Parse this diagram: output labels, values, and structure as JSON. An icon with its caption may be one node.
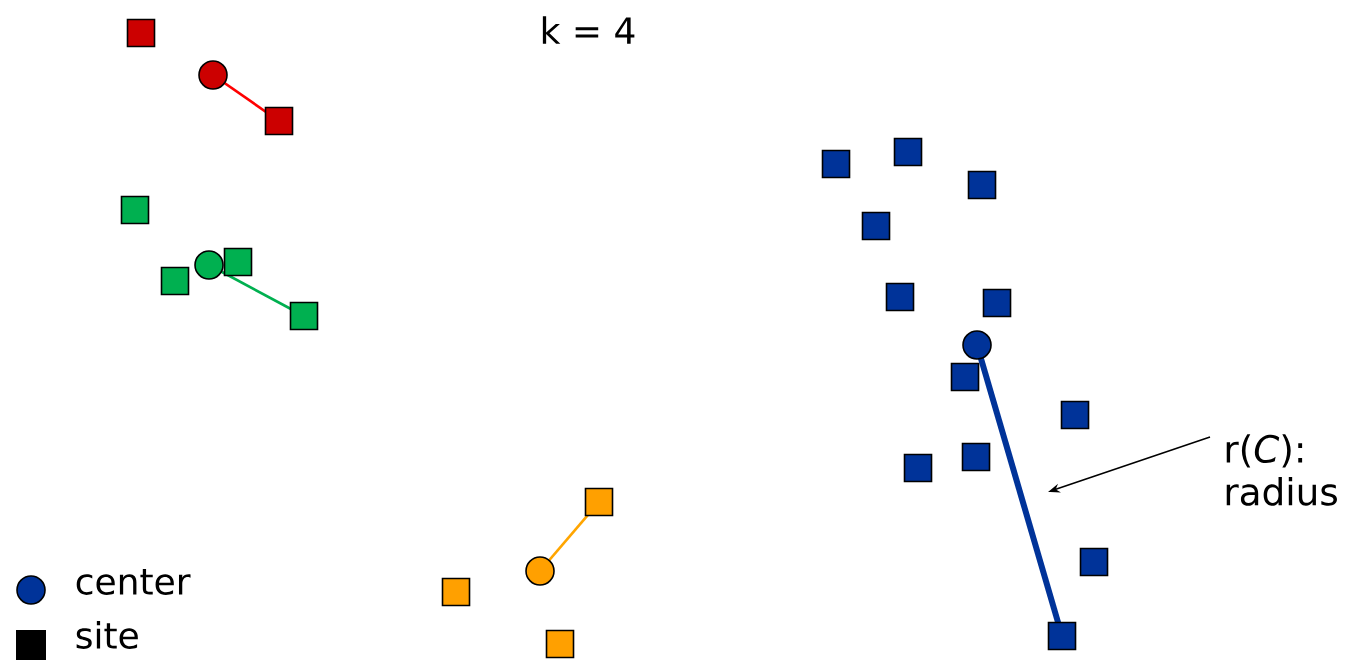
{
  "diagram": {
    "nodes": [
      {
        "text": [],
        "shape": "box"
      },
      {
        "text": [],
        "shape": "circle"
      },
      {
        "text": [],
        "shape": "box"
      },
      {
        "text": [],
        "shape": "box"
      },
      {
        "text": [],
        "shape": "box"
      },
      {
        "text": [],
        "shape": "circle"
      },
      {
        "text": [],
        "shape": "box"
      },
      {
        "text": [],
        "shape": "box"
      },
      {
        "text": [],
        "shape": "box"
      },
      {
        "text": [],
        "shape": "box"
      },
      {
        "text": [],
        "shape": "circle"
      },
      {
        "text": [],
        "shape": "box"
      },
      {
        "text": [],
        "shape": "box"
      },
      {
        "text": [],
        "shape": "box"
      },
      {
        "text": [],
        "shape": "box"
      },
      {
        "text": [],
        "shape": "box"
      },
      {
        "text": [],
        "shape": "box"
      },
      {
        "text": [],
        "shape": "box"
      },
      {
        "text": [],
        "shape": "circle"
      },
      {
        "text": [],
        "shape": "box"
      },
      {
        "text": [],
        "shape": "box"
      },
      {
        "text": [],
        "shape": "box"
      },
      {
        "text": [],
        "shape": "box"
      },
      {
        "text": [],
        "shape": "box"
      },
      {
        "text": [],
        "shape": "box"
      },
      {
        "text": [
          "r(*C*): radius"
        ]
      }
    ],
    "edges": [
      {
        "from": 1,
        "to": 2,
        "arrow": "none",
        "color": "#ff0000"
      },
      {
        "from": 5,
        "to": 7,
        "arrow": "none",
        "color": "#00b050"
      },
      {
        "from": 10,
        "to": 9,
        "arrow": "none",
        "color": "#ffa500"
      },
      {
        "from": 18,
        "to": 24,
        "arrow": "none",
        "style": "thick",
        "color": "#003399"
      },
      {
        "from": 25,
        "to": null,
        "arrow": "to",
        "color": "#000000"
      }
    ],
    "labels": [
      "k = 4"
    ],
    "legend": [
      {
        "text": "center"
      },
      {
        "text": "site"
      }
    ]
  }
}
